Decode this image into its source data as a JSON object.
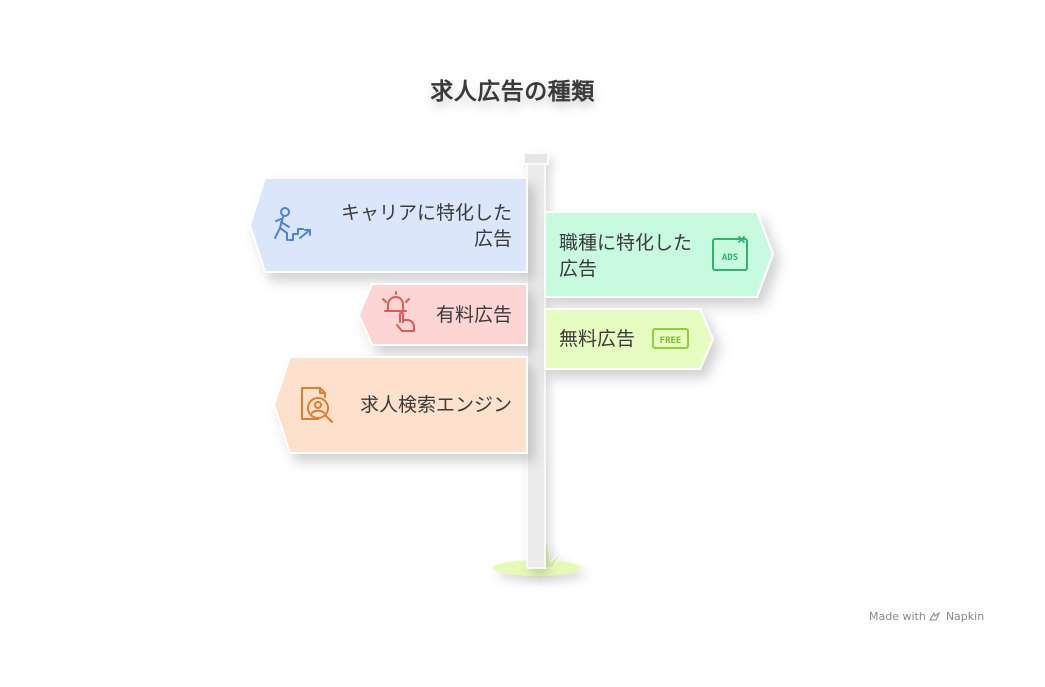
{
  "title": "求人広告の種類",
  "signs": {
    "career": {
      "line1": "キャリアに特化した",
      "line2": "広告",
      "color": "#dbe6fb",
      "icon": "stairs-climb-icon"
    },
    "occupation": {
      "line1": "職種に特化した",
      "line2": "広告",
      "color": "#c8fadf",
      "icon": "ads-icon"
    },
    "paid": {
      "label": "有料広告",
      "color": "#fdd5d5",
      "icon": "alarm-tap-icon"
    },
    "free": {
      "label": "無料広告",
      "color": "#e7fcc0",
      "icon": "free-tag-icon",
      "badge": "FREE"
    },
    "search": {
      "label": "求人検索エンジン",
      "color": "#fde1cc",
      "icon": "document-search-icon"
    }
  },
  "ads_badge": "ADS",
  "footer": {
    "made_with": "Made with",
    "brand": "Napkin"
  }
}
